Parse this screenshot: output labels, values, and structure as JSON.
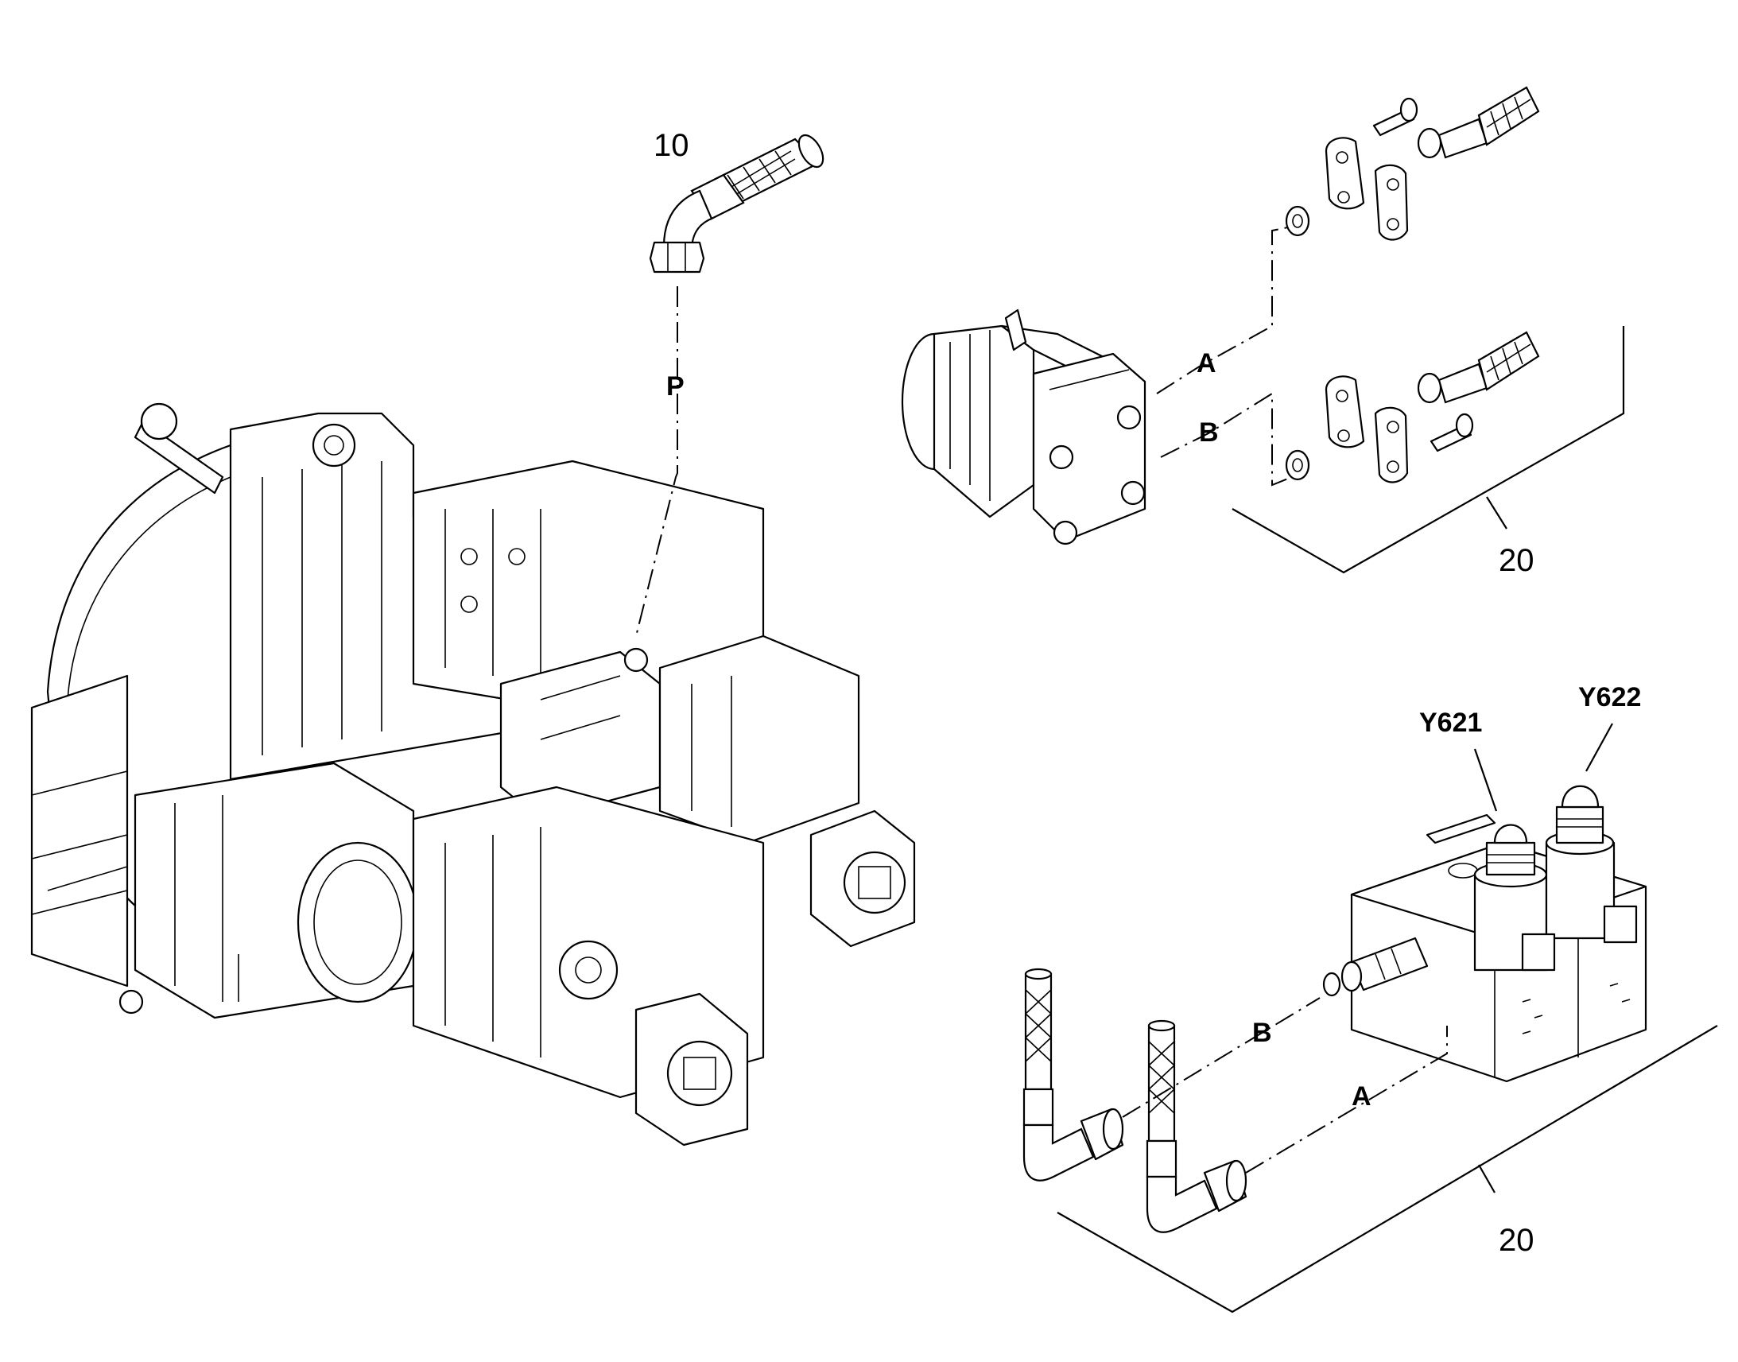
{
  "labels": {
    "item_10": "10",
    "item_20_top": "20",
    "item_20_bottom": "20",
    "port_p": "P",
    "port_a_top": "A",
    "port_b_top": "B",
    "port_a_bottom": "A",
    "port_b_bottom": "B",
    "solenoid_y621": "Y621",
    "solenoid_y622": "Y622"
  }
}
